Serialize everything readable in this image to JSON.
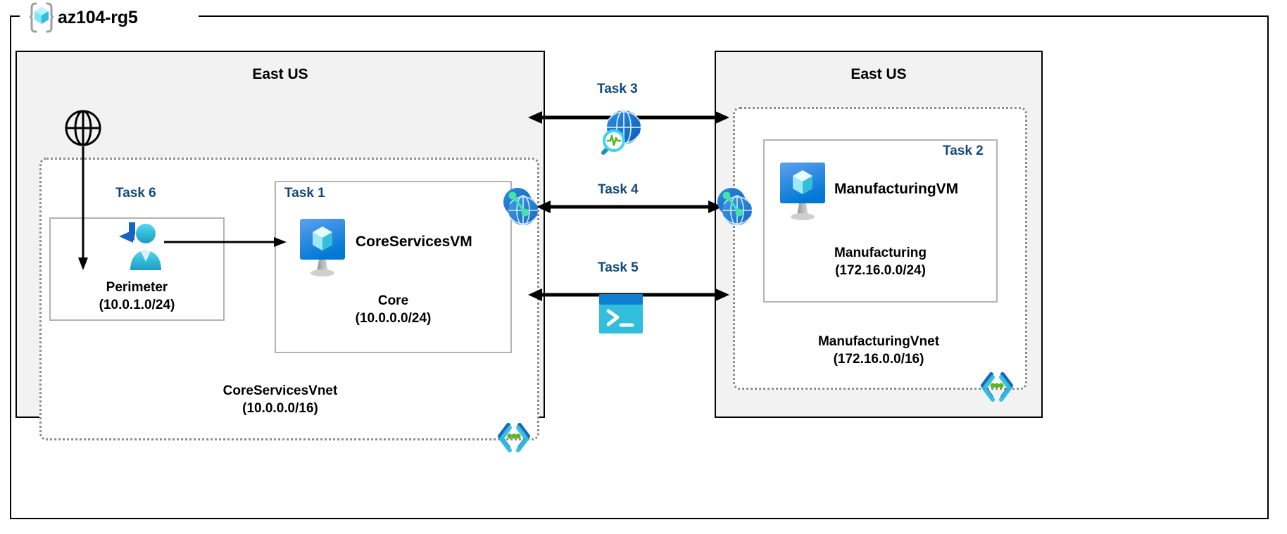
{
  "diagram": {
    "type": "azure-network-architecture",
    "resource_group": {
      "name": "az104-rg5",
      "icon": "resource-group-icon"
    },
    "regions": [
      {
        "id": "core-region",
        "label": "East US"
      },
      {
        "id": "mfg-region",
        "label": "East US"
      }
    ],
    "vnets": [
      {
        "id": "core-vnet",
        "name": "CoreServicesVnet",
        "address_space": "(10.0.0.0/16)",
        "corner_icon": "code-brackets-icon"
      },
      {
        "id": "mfg-vnet",
        "name": "ManufacturingVnet",
        "address_space": "(172.16.0.0/16)",
        "corner_icon": "code-brackets-icon"
      }
    ],
    "subnets": [
      {
        "id": "perimeter-subnet",
        "name": "Perimeter",
        "address_space": "(10.0.1.0/24)"
      },
      {
        "id": "core-subnet",
        "name": "Core",
        "address_space": "(10.0.0.0/24)"
      },
      {
        "id": "mfg-subnet",
        "name": "Manufacturing",
        "address_space": "(172.16.0.0/24)"
      }
    ],
    "virtual_machines": [
      {
        "id": "core-vm",
        "name": "CoreServicesVM",
        "icon": "virtual-machine-icon"
      },
      {
        "id": "mfg-vm",
        "name": "ManufacturingVM",
        "icon": "virtual-machine-icon"
      }
    ],
    "tasks": [
      {
        "id": "task-1",
        "label": "Task 1",
        "target": "core-subnet",
        "icon": "virtual-machine-icon"
      },
      {
        "id": "task-2",
        "label": "Task 2",
        "target": "mfg-subnet",
        "icon": "virtual-machine-icon"
      },
      {
        "id": "task-3",
        "label": "Task 3",
        "target": "network-watcher",
        "icon": "network-watcher-icon"
      },
      {
        "id": "task-4",
        "label": "Task 4",
        "target": "vnet-peering",
        "icon": "vnet-peering-icon"
      },
      {
        "id": "task-5",
        "label": "Task 5",
        "target": "cloud-shell",
        "icon": "cloud-shell-icon"
      },
      {
        "id": "task-6",
        "label": "Task 6",
        "target": "perimeter-subnet",
        "icon": "user-identity-icon"
      }
    ],
    "icons": {
      "internet": "internet-globe-icon",
      "network_watcher": "network-watcher-icon",
      "vnet_peering_left": "vnet-peering-icon",
      "vnet_peering_right": "vnet-peering-icon",
      "cloud_shell": "cloud-shell-icon",
      "user_identity": "user-identity-icon"
    },
    "colors": {
      "task_label": "#11487d",
      "region_fill": "#f2f2f2",
      "vnet_border": "#8c8c8c",
      "subnet_border": "#b3b3b3",
      "azure_blue": "#0078d4",
      "azure_cyan": "#32bedd",
      "accent_green": "#5bb525",
      "frame_black": "#000000"
    }
  }
}
